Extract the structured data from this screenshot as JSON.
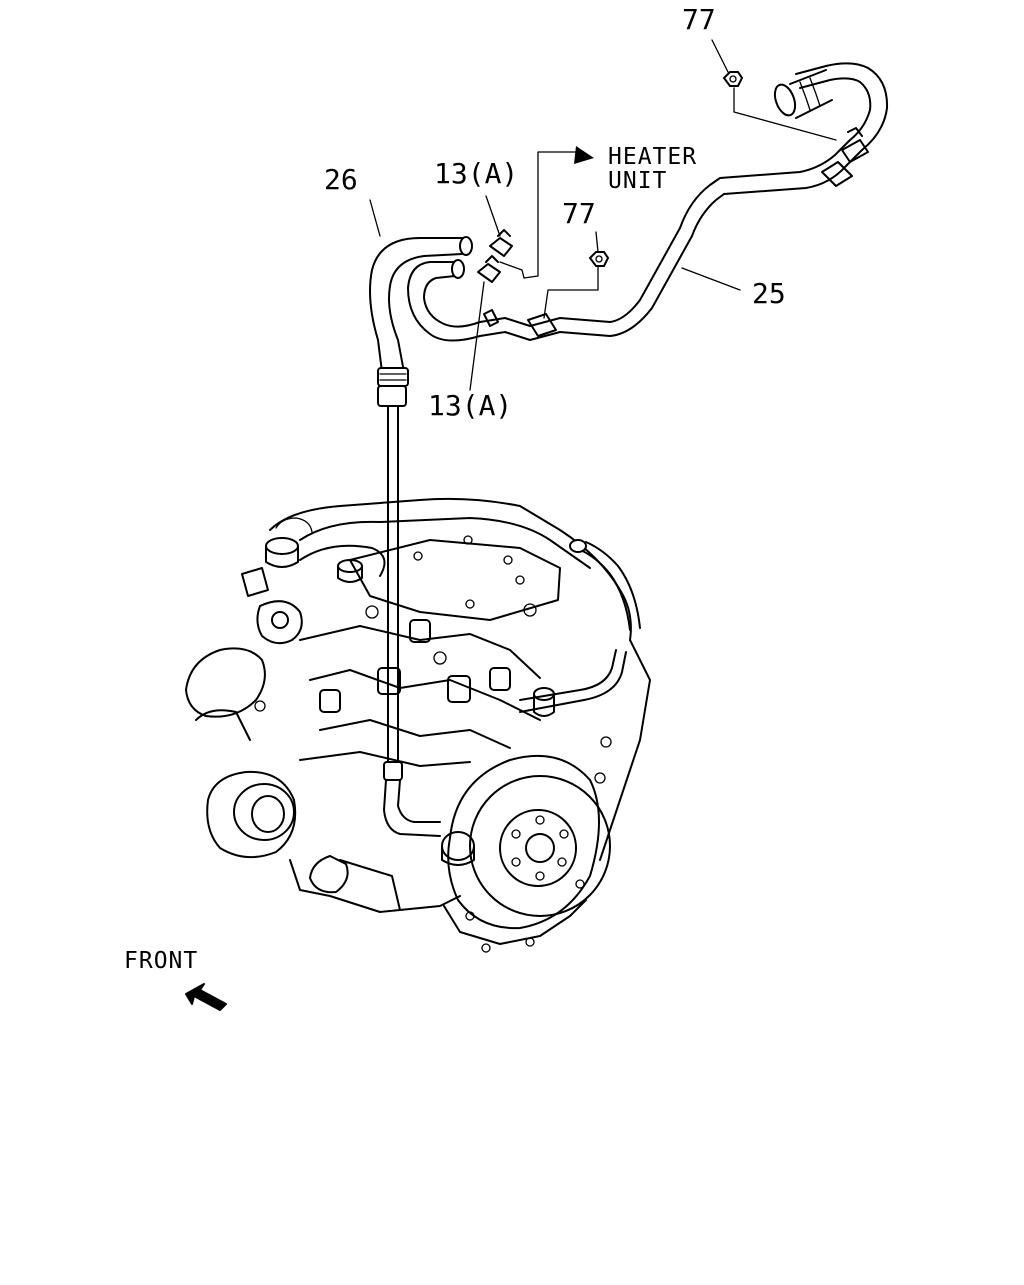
{
  "labels": {
    "part_77_top": "77",
    "part_26": "26",
    "part_13a_upper": "13(A)",
    "part_13a_lower": "13(A)",
    "part_77_mid": "77",
    "part_25": "25",
    "heater_line1": "HEATER",
    "heater_line2": "UNIT",
    "front": "FRONT"
  },
  "colors": {
    "line": "#000000",
    "background": "#ffffff"
  },
  "icons": {
    "front_arrow": "arrow-icon"
  }
}
